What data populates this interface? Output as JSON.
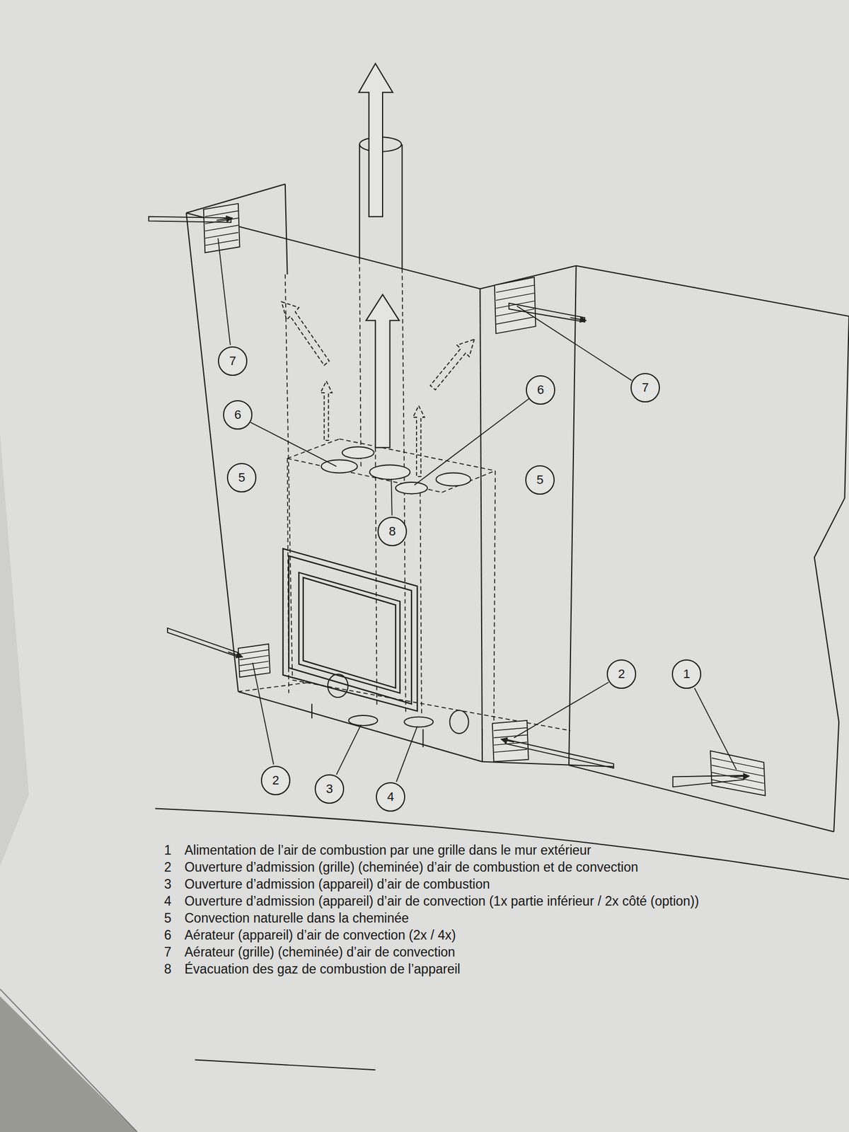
{
  "diagram": {
    "nodes": [
      {
        "text": [
          "7"
        ]
      },
      {
        "text": [
          "7"
        ]
      },
      {
        "text": [
          "6"
        ]
      },
      {
        "text": [
          "6"
        ]
      },
      {
        "text": [
          "5"
        ]
      },
      {
        "text": [
          "5"
        ]
      },
      {
        "text": [
          "8"
        ]
      },
      {
        "text": [
          "2"
        ]
      },
      {
        "text": [
          "1"
        ]
      },
      {
        "text": [
          "2"
        ]
      },
      {
        "text": [
          "3"
        ]
      },
      {
        "text": [
          "4"
        ]
      }
    ],
    "labels": [
      "1",
      "Alimentation de l’air de combustion par une grille dans le mur extérieur",
      "2",
      "Ouverture d’admission (grille) (cheminée) d’air de combustion et de convection",
      "3",
      "Ouverture d’admission (appareil) d’air de combustion",
      "4",
      "Ouverture d’admission (appareil) d’air de convection (1x partie inférieur / 2x côté (option))",
      "5",
      "Convection naturelle dans la cheminée",
      "6",
      "Aérateur (appareil) d’air de convection (2x / 4x)",
      "7",
      "Aérateur (grille) (cheminée) d’air de convection",
      "8",
      "Évacuation des gaz de combustion de l’appareil"
    ]
  }
}
